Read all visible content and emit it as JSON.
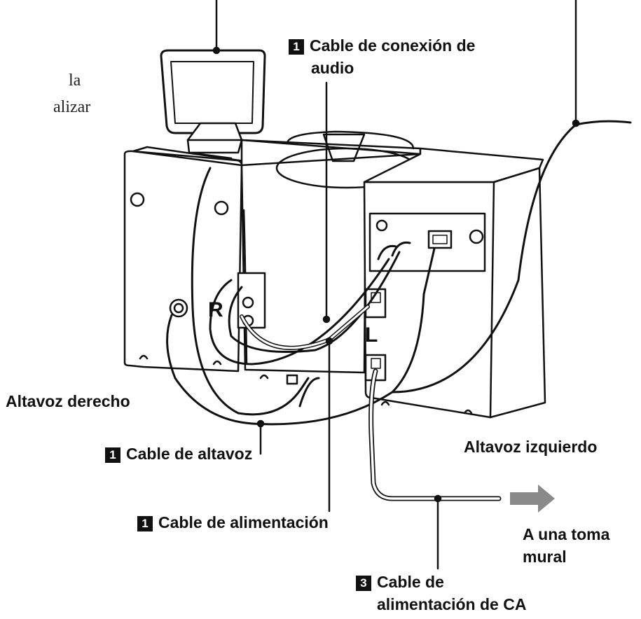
{
  "partial_text": {
    "line1": "la",
    "line2": "alizar"
  },
  "callouts": {
    "audio_cable": {
      "number": "1",
      "line1": "Cable de conexión de",
      "line2": "audio"
    },
    "right_speaker": {
      "text": "Altavoz derecho"
    },
    "left_speaker": {
      "text": "Altavoz izquierdo"
    },
    "speaker_cable": {
      "number": "1",
      "text": "Cable de altavoz"
    },
    "power_cable": {
      "number": "1",
      "text": "Cable de alimentación"
    },
    "wall_outlet": {
      "line1": "A una toma",
      "line2": "mural"
    },
    "ac_cable": {
      "number": "3",
      "line1": "Cable de",
      "line2": "alimentación de CA"
    }
  },
  "speaker_markings": {
    "right": "R",
    "left": "L"
  },
  "colors": {
    "ink": "#111111",
    "arrow": "#8a8a8a",
    "cable_gray": "#9a9a9a"
  }
}
